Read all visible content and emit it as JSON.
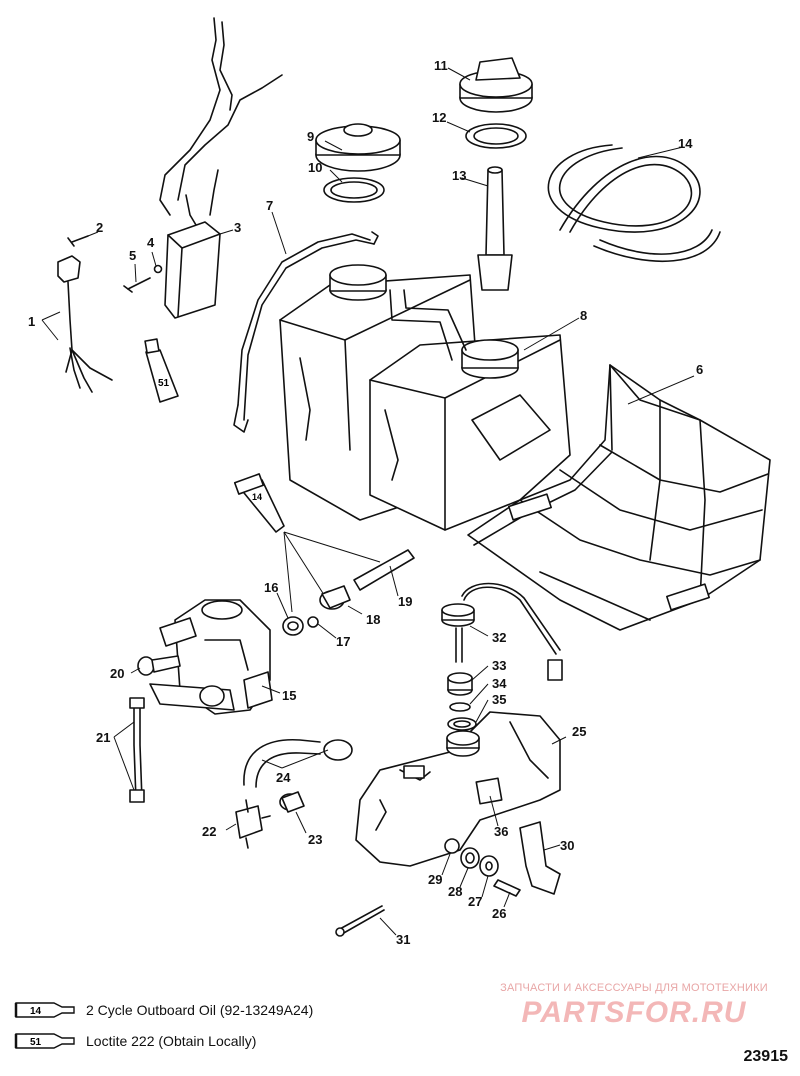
{
  "callouts": {
    "c1": "1",
    "c2": "2",
    "c3": "3",
    "c4": "4",
    "c5": "5",
    "c6": "6",
    "c7": "7",
    "c8": "8",
    "c9": "9",
    "c10": "10",
    "c11": "11",
    "c12": "12",
    "c13": "13",
    "c14": "14",
    "c15": "15",
    "c16": "16",
    "c17": "17",
    "c18": "18",
    "c19": "19",
    "c20": "20",
    "c21": "21",
    "c22": "22",
    "c23": "23",
    "c24": "24",
    "c25": "25",
    "c26": "26",
    "c27": "27",
    "c28": "28",
    "c29": "29",
    "c30": "30",
    "c31": "31",
    "c32": "32",
    "c33": "33",
    "c34": "34",
    "c35": "35",
    "c36": "36"
  },
  "tube_labels": {
    "sealant_51": "51",
    "oil_14": "14"
  },
  "legend": [
    {
      "code": "14",
      "text": "2 Cycle Outboard Oil (92-13249A24)"
    },
    {
      "code": "51",
      "text": "Loctite 222  (Obtain Locally)"
    }
  ],
  "watermark": {
    "tagline": "ЗАПЧАСТИ И АКСЕССУАРЫ ДЛЯ МОТОТЕХНИКИ",
    "logo": "PARTSFOR.RU"
  },
  "diagram_id": "23915"
}
